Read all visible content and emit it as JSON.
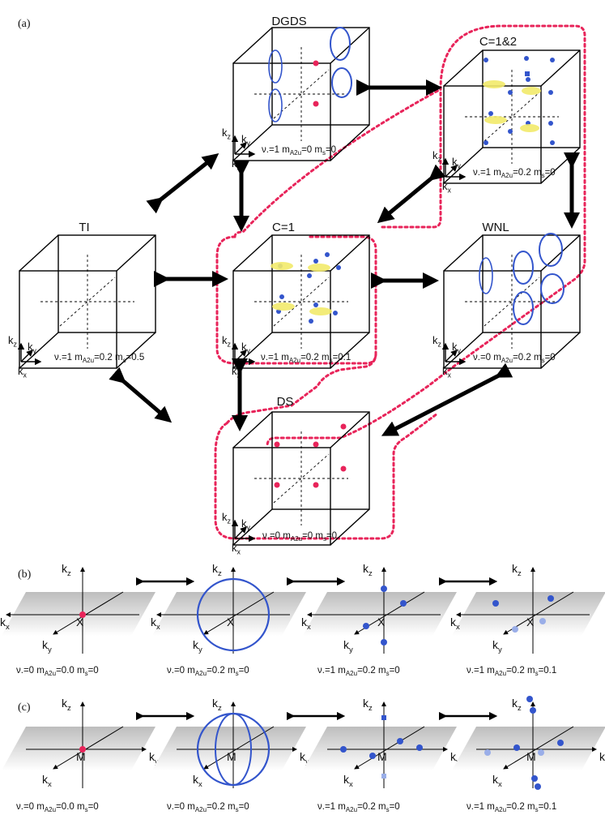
{
  "colors": {
    "blue": "#3355cc",
    "light_blue": "#9aaee8",
    "red": "#e8245a",
    "yellow": "#f2ea6a",
    "region": "#e8245a"
  },
  "panel_labels": {
    "a": "(a)",
    "b": "(b)",
    "c": "(c)"
  },
  "axes": {
    "kz": "k",
    "kz_sub": "z",
    "ky": "k",
    "ky_sub": "y",
    "kx": "k",
    "kx_sub": "x"
  },
  "cubes": {
    "dgds": {
      "title": "DGDS",
      "nu": "ν.=1",
      "m": "m",
      "m_sub": "A2u",
      "m_val": "=0",
      "ms": "m",
      "ms_sub": "s",
      "ms_val": "=0"
    },
    "c12": {
      "title": "C=1&2",
      "nu": "ν.=1",
      "m": "m",
      "m_sub": "A2u",
      "m_val": "=0.2",
      "ms": "m",
      "ms_sub": "s",
      "ms_val": "=0"
    },
    "ti": {
      "title": "TI",
      "nu": "ν.=1",
      "m": "m",
      "m_sub": "A2u",
      "m_val": "=0.2",
      "ms": "m",
      "ms_sub": "s",
      "ms_val": "=0.5"
    },
    "c1": {
      "title": "C=1",
      "nu": "ν.=1",
      "m": "m",
      "m_sub": "A2u",
      "m_val": "=0.2",
      "ms": "m",
      "ms_sub": "s",
      "ms_val": "=0.1"
    },
    "wnl": {
      "title": "WNL",
      "nu": "ν.=0",
      "m": "m",
      "m_sub": "A2u",
      "m_val": "=0.2",
      "ms": "m",
      "ms_sub": "s",
      "ms_val": "=0"
    },
    "ds": {
      "title": "DS",
      "nu": "ν.=0",
      "m": "m",
      "m_sub": "A2u",
      "m_val": "=0",
      "ms": "m",
      "ms_sub": "s",
      "ms_val": "=0"
    }
  },
  "row_b": {
    "center_label": "X",
    "params": [
      {
        "nu": "ν.=0",
        "m_val": "=0.0",
        "ms_val": "=0"
      },
      {
        "nu": "ν.=0",
        "m_val": "=0.2",
        "ms_val": "=0"
      },
      {
        "nu": "ν.=1",
        "m_val": "=0.2",
        "ms_val": "=0"
      },
      {
        "nu": "ν.=1",
        "m_val": "=0.2",
        "ms_val": "=0.1"
      }
    ]
  },
  "row_c": {
    "center_label": "M",
    "params": [
      {
        "nu": "ν.=0",
        "m_val": "=0.0",
        "ms_val": "=0"
      },
      {
        "nu": "ν.=0",
        "m_val": "=0.2",
        "ms_val": "=0"
      },
      {
        "nu": "ν.=1",
        "m_val": "=0.2",
        "ms_val": "=0"
      },
      {
        "nu": "ν.=1",
        "m_val": "=0.2",
        "ms_val": "=0.1"
      }
    ]
  },
  "param_labels": {
    "m": "m",
    "m_sub": "A2u",
    "ms": "m",
    "ms_sub": "s"
  }
}
